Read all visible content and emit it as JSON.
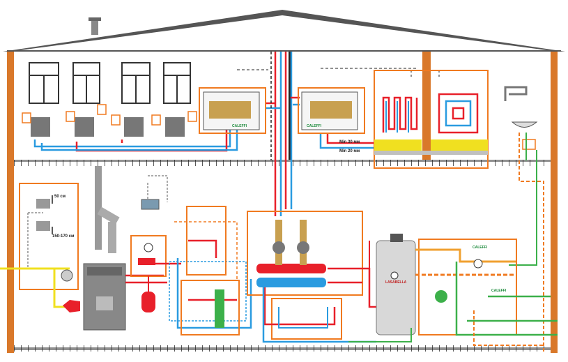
{
  "labels": {
    "height_upper": "50 см",
    "height_lower": "150-170 см",
    "min_30": "Min 30 мм",
    "min_20": "Min 20 мм",
    "brand_1": "CALEFFI",
    "brand_2": "CALEFFI",
    "brand_3": "CALEFFI",
    "brand_4": "CALEFFI",
    "heater_brand": "LASABELLA"
  },
  "colors": {
    "supply": "#e8202a",
    "return": "#2a9be0",
    "hot_water": "#f0a030",
    "cold_water": "#3cb04a",
    "frame": "#f07a20",
    "wall": "#d9782a",
    "gas": "#f0e020"
  }
}
